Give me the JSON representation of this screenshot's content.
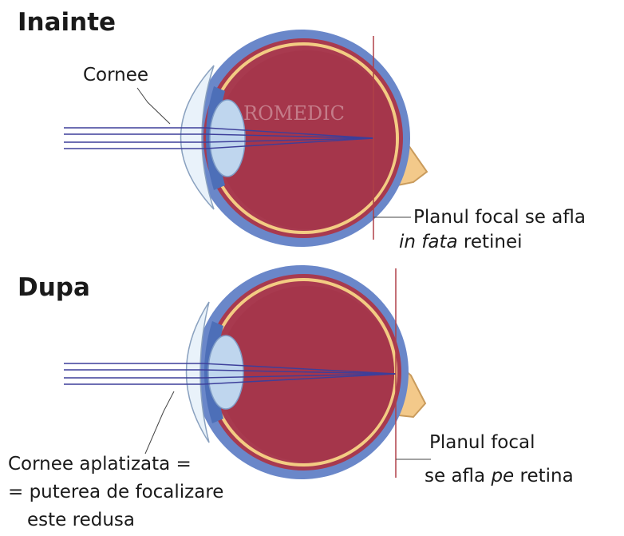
{
  "colors": {
    "eye_outer": "#6a87c9",
    "eye_body": "#a83a4f",
    "retina_line": "#f3cc83",
    "lens": "#bfd6ee",
    "cornea": "#e9f2fa",
    "ray": "#3d3f9a",
    "focal_line": "#b04048",
    "optic_nerve": "#f3c98a"
  },
  "sections": {
    "before": {
      "heading": "Inainte",
      "cornea_label": "Cornee",
      "focal_line1": "Planul focal se afla",
      "focal_line2_emph": "in fata",
      "focal_line2_rest": " retinei"
    },
    "after": {
      "heading": "Dupa",
      "cornea_line1": "Cornee aplatizata =",
      "cornea_line2": "= puterea de focalizare",
      "cornea_line3": "este redusa",
      "focal_line1": "Planul focal",
      "focal_line2_pre": "se afla ",
      "focal_line2_emph": "pe",
      "focal_line2_rest": " retina"
    }
  },
  "watermark": "ROMEDIC"
}
